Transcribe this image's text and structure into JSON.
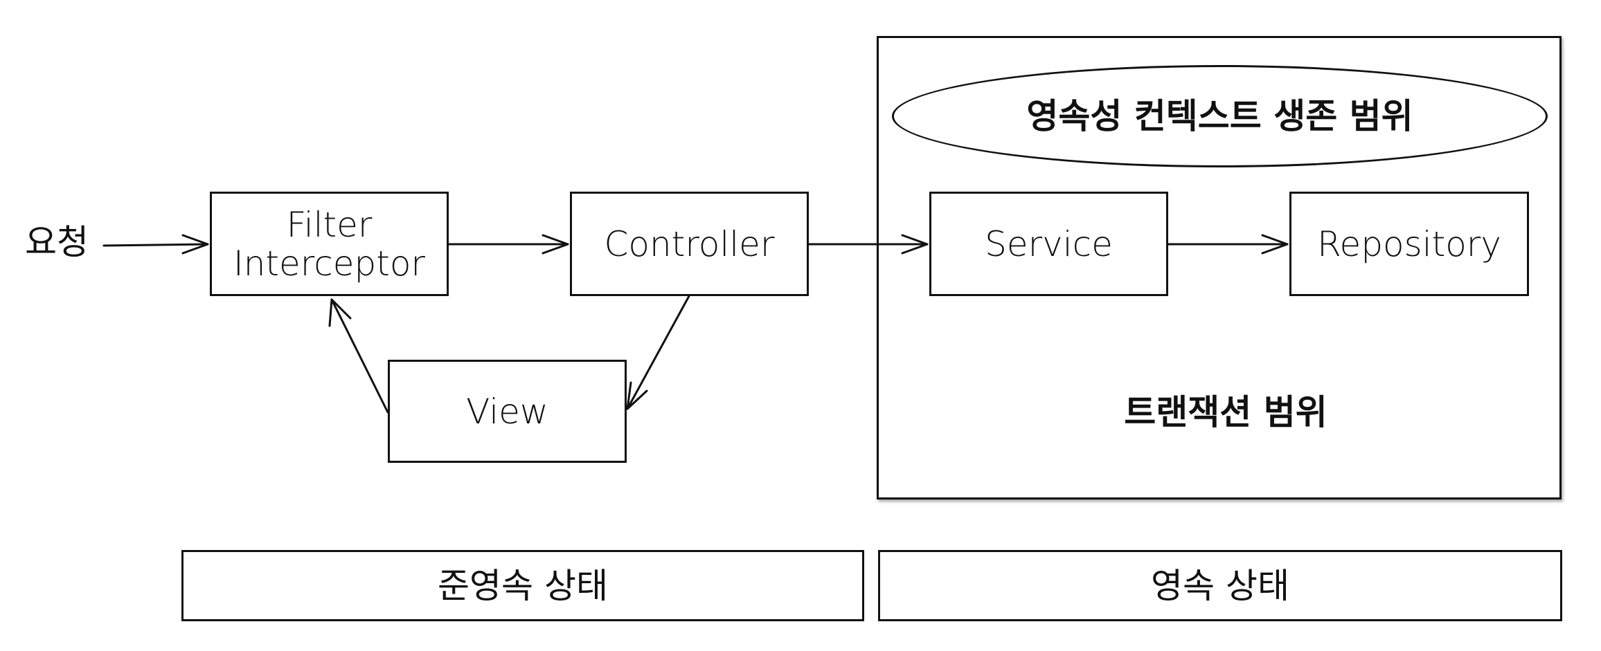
{
  "request_label": "요청",
  "nodes": {
    "filter": "Filter\nInterceptor",
    "controller": "Controller",
    "view": "View",
    "service": "Service",
    "repository": "Repository"
  },
  "transaction_scope_label": "트랜잭션 범위",
  "persistence_context_label": "영속성 컨텍스트 생존 범위",
  "states": {
    "detached": "준영속 상태",
    "persistent": "영속 상태"
  }
}
